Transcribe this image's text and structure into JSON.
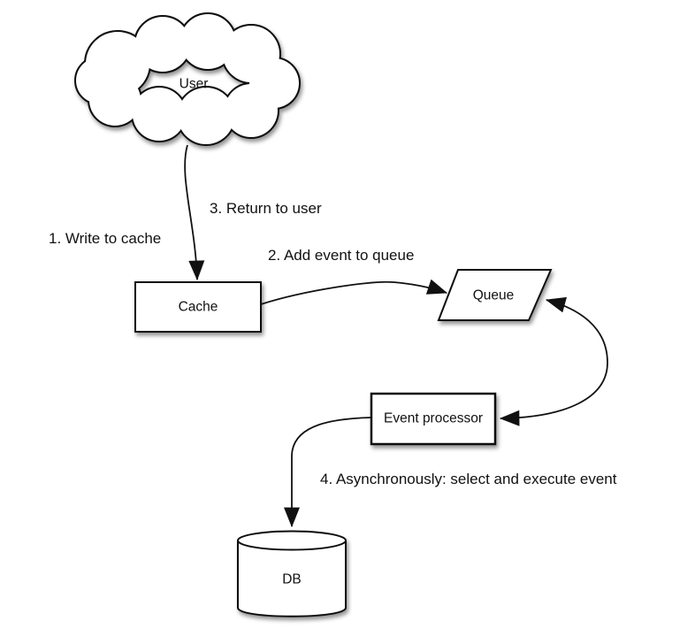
{
  "diagram": {
    "type": "flow-diagram",
    "nodes": {
      "user": {
        "label": "User",
        "shape": "cloud"
      },
      "cache": {
        "label": "Cache",
        "shape": "rectangle"
      },
      "queue": {
        "label": "Queue",
        "shape": "parallelogram"
      },
      "event_processor": {
        "label": "Event processor",
        "shape": "rectangle"
      },
      "db": {
        "label": "DB",
        "shape": "cylinder"
      }
    },
    "edges": [
      {
        "from": "user",
        "to": "cache"
      },
      {
        "from": "cache",
        "to": "queue"
      },
      {
        "from": "queue",
        "to": "event_processor",
        "bidirectional_arrowheads": true
      },
      {
        "from": "event_processor",
        "to": "db"
      }
    ],
    "edge_labels": {
      "step1": "1. Write to cache",
      "step2": "2. Add event to queue",
      "step3": "3. Return to user",
      "step4": "4. Asynchronously: select and execute event"
    },
    "colors": {
      "stroke": "#111111",
      "shape_fill": "#ffffff",
      "background": "#ffffff",
      "text": "#111111",
      "shadow": "#777777"
    }
  }
}
